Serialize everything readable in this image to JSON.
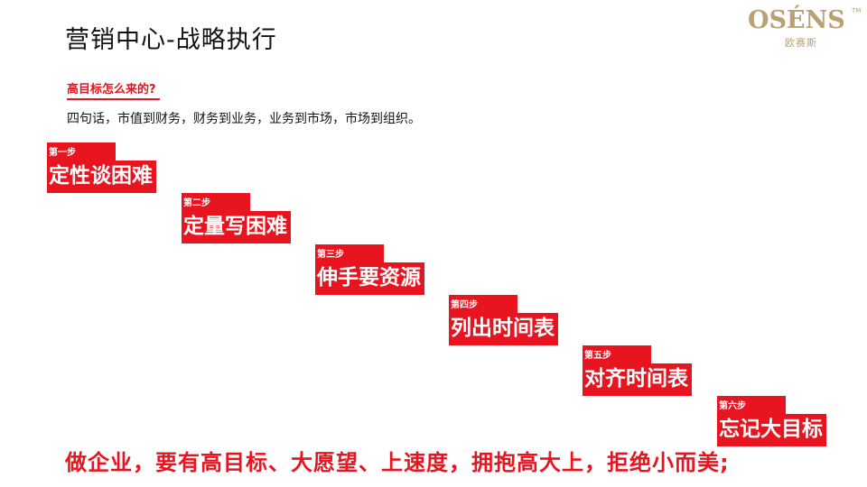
{
  "header": {
    "title": "营销中心-战略执行",
    "logo_text": "OSÉNS",
    "logo_tm": "TM",
    "logo_sub": "欧赛斯"
  },
  "intro": {
    "question": "高目标怎么来的?",
    "summary": "四句话，市值到财务，财务到业务，业务到市场，市场到组织。"
  },
  "steps": [
    {
      "tab": "第一步",
      "text": "定性谈困难"
    },
    {
      "tab": "第二步",
      "text": "定量写困难"
    },
    {
      "tab": "第三步",
      "text": "伸手要资源"
    },
    {
      "tab": "第四步",
      "text": "列出时间表"
    },
    {
      "tab": "第五步",
      "text": "对齐时间表"
    },
    {
      "tab": "第六步",
      "text": "忘记大目标"
    }
  ],
  "slogan": "做企业，要有高目标、大愿望、上速度，拥抱高大上，拒绝小而美;",
  "colors": {
    "accent_red": "#e8141f",
    "logo_gold": "#b8a173"
  }
}
